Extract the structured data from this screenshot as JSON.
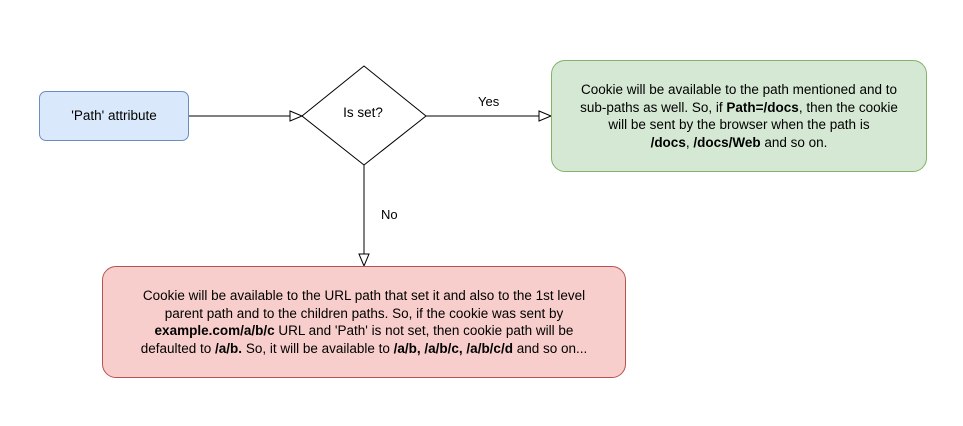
{
  "start": {
    "label": "'Path' attribute"
  },
  "decision": {
    "label": "Is set?"
  },
  "edges": {
    "yes": "Yes",
    "no": "No"
  },
  "yes_box": {
    "line1": "Cookie will be available to the path mentioned and to",
    "line2a": "sub-paths as well. So, if ",
    "line2b": "Path=/docs",
    "line2c": ", then the cookie",
    "line3": "will be sent by the browser when the path is",
    "line4a": "/docs",
    "line4b": ", ",
    "line4c": "/docs/Web",
    "line4d": " and so on."
  },
  "no_box": {
    "line1": "Cookie will be available to the URL path that set it and also to the 1st level",
    "line2": "parent path and to the children paths. So, if the cookie was sent by",
    "line3a": "example.com/a/b/c",
    "line3b": " URL and 'Path' is not set, then cookie path will be",
    "line4a": "defaulted to ",
    "line4b": "/a/b.",
    "line4c": " So, it will be available to ",
    "line4d": "/a/b, /a/b/c, /a/b/c/d",
    "line4e": " and so on..."
  },
  "colors": {
    "start_fill": "#dae8fc",
    "start_stroke": "#6c8ebf",
    "yes_fill": "#d5e8d4",
    "yes_stroke": "#82b366",
    "no_fill": "#f8cecc",
    "no_stroke": "#b85450"
  }
}
